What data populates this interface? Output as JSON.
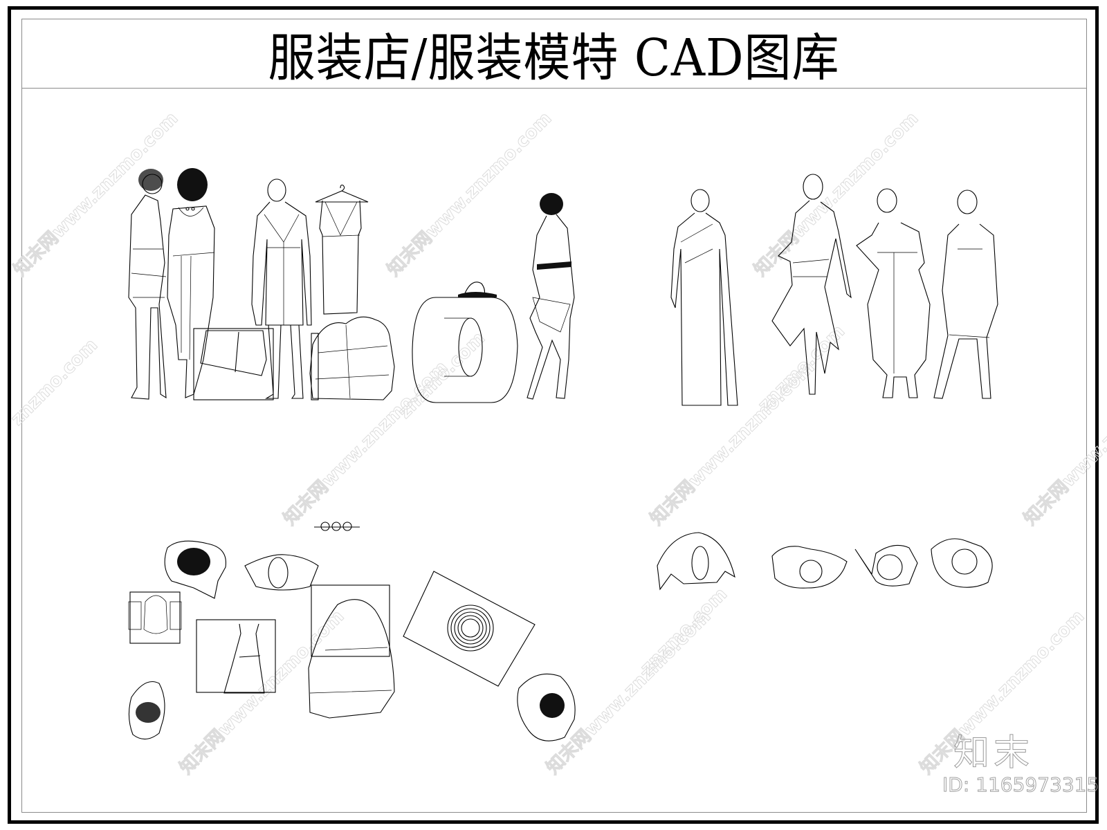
{
  "sheet": {
    "title": "服装店/服装模特 CAD图库",
    "frame_color": "#000000",
    "inner_line_color": "#8a8a8a"
  },
  "watermarks": {
    "repeat_text": "知末网www.znzmo.com",
    "domain_text": "znzmo.com"
  },
  "branding": {
    "logo_text": "知末",
    "id_text": "ID: 1165973315"
  },
  "elevation_row_left": {
    "items": [
      {
        "name": "standing-woman-side-view"
      },
      {
        "name": "curly-hair-woman-back-view"
      },
      {
        "name": "bald-mannequin-front-dress"
      },
      {
        "name": "dress-on-hanger"
      },
      {
        "name": "display-box-with-bag"
      },
      {
        "name": "pile-of-clothes-on-stand"
      },
      {
        "name": "round-cylinder-seat-with-hat"
      },
      {
        "name": "walking-woman-bob-hair"
      }
    ]
  },
  "elevation_row_right": {
    "items": [
      {
        "name": "bald-mannequin-gown-cape"
      },
      {
        "name": "mannequin-asymmetric-skirt"
      },
      {
        "name": "woman-balloon-dress"
      },
      {
        "name": "woman-bubble-dress"
      }
    ]
  },
  "plan_row_left": {
    "items": [
      {
        "name": "top-view-curly-woman"
      },
      {
        "name": "top-view-mannequin-shoulders"
      },
      {
        "name": "top-view-hanger-rod"
      },
      {
        "name": "top-view-display-box"
      },
      {
        "name": "top-view-dress-on-box"
      },
      {
        "name": "top-view-clothes-pile-box"
      },
      {
        "name": "top-view-woman-walking"
      },
      {
        "name": "top-view-round-seat-square"
      },
      {
        "name": "top-view-bob-woman"
      }
    ]
  },
  "plan_row_right": {
    "items": [
      {
        "name": "top-view-gown-mannequin"
      },
      {
        "name": "top-view-asymmetric-mannequin"
      },
      {
        "name": "top-view-balloon-woman"
      },
      {
        "name": "top-view-bubble-woman"
      }
    ]
  }
}
